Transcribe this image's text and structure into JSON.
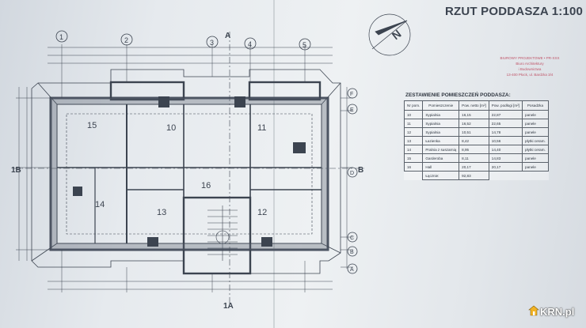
{
  "document": {
    "title": "RZUT PODDASZA 1:100",
    "stamp_lines": [
      "BIUROWY PROJEKTOWE • PR-XXX",
      "Biuro Architektury",
      "i Budownictwa",
      "13-400 Płock, ul. Bardzka 3/4"
    ],
    "table": {
      "title": "ZESTAWIENIE POMIESZCZEŃ PODDASZA:",
      "headers": [
        "Nr pom.",
        "Pomieszczenie",
        "Pow. netto [m²]",
        "Pow. podłogi [m²]",
        "Posadzka"
      ],
      "rows": [
        [
          "10",
          "Sypialnia",
          "16,15",
          "22,87",
          "panele"
        ],
        [
          "11",
          "Sypialnia",
          "16,52",
          "22,65",
          "panele"
        ],
        [
          "12",
          "Sypialnia",
          "10,51",
          "14,78",
          "panele"
        ],
        [
          "13",
          "Łazienka",
          "8,42",
          "10,56",
          "płytki ceram."
        ],
        [
          "14",
          "Pralnia z suszarnią",
          "8,95",
          "14,40",
          "płytki ceram."
        ],
        [
          "15",
          "Garderoba",
          "8,11",
          "14,83",
          "panele"
        ],
        [
          "16",
          "Hall",
          "20,17",
          "20,17",
          "panele"
        ]
      ],
      "total_label": "Łącznie:",
      "total_value": "92,83"
    },
    "axis_labels_top": [
      "1",
      "2",
      "3",
      "4",
      "5"
    ],
    "axis_labels_right": [
      "F",
      "E",
      "D",
      "C",
      "B",
      "A"
    ],
    "section_marks": {
      "a_top": "A",
      "a_bottom": "1A",
      "b_left": "1B",
      "b_right": "B"
    },
    "room_numbers": [
      "10",
      "11",
      "12",
      "13",
      "14",
      "15",
      "16"
    ],
    "north_label": "N"
  },
  "watermark": {
    "text": "KRN.pl"
  },
  "colors": {
    "ink": "#3c4450",
    "paper": "#e8ecef",
    "stamp": "#c0566a",
    "watermark_icon": "#f2b325"
  }
}
